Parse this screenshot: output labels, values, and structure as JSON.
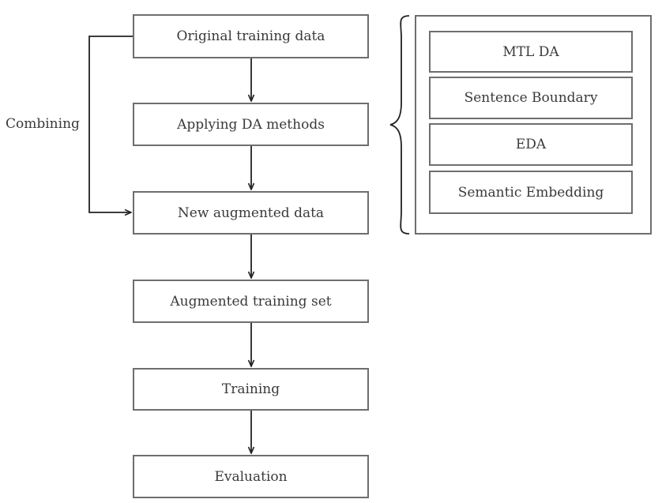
{
  "flow": {
    "steps": [
      "Original training data",
      "Applying DA methods",
      "New augmented data",
      "Augmented training set",
      "Training",
      "Evaluation"
    ],
    "loop_label": "Combining"
  },
  "methods_panel": {
    "items": [
      "MTL DA",
      "Sentence Boundary",
      "EDA",
      "Semantic Embedding"
    ]
  },
  "colors": {
    "stroke": "#6e6e6e",
    "arrow": "#222222",
    "text": "#3a3a3a"
  }
}
